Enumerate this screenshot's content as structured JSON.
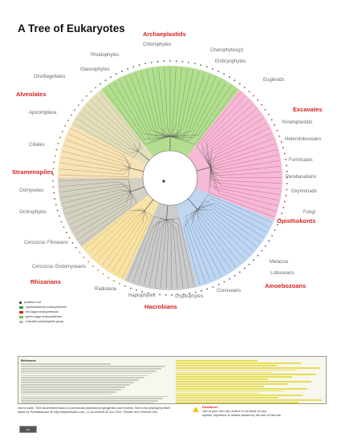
{
  "title": "A Tree of Eukaryotes",
  "supergroups": [
    {
      "name": "Archaeplastids",
      "color": "#9bd36a"
    },
    {
      "name": "Excavates",
      "color": "#f2a3c7"
    },
    {
      "name": "Opisthokonts",
      "color": "#a9c8ec"
    },
    {
      "name": "Amoebozoans",
      "color": "#b9b9b9"
    },
    {
      "name": "Hacrobians",
      "color": "#f6d98a"
    },
    {
      "name": "Rhizarians",
      "color": "#c7c2ae"
    },
    {
      "name": "Stramenopiles",
      "color": "#f6d9a0"
    },
    {
      "name": "Alveolates",
      "color": "#d9d4a6"
    }
  ],
  "groups": [
    "Chlorophytes",
    "Rhodophytes",
    "Glaucophytes",
    "Charophytes(p)",
    "Embryophytes",
    "Euglenids",
    "Dinoflagellates",
    "Kinetoplastids",
    "Apicomplexa",
    "Heteroloboseans",
    "Ciliates",
    "Formicates",
    "Parabasalians",
    "Oxymonads",
    "Oomycetes",
    "Fungi",
    "Ochrophytes",
    "Metazoa",
    "Cercozoa: Filoseans",
    "Cercozoa: Endomyxeans",
    "Loboseans",
    "Radiolaria",
    "Conoseans",
    "Haptophytes",
    "Cryptophytes"
  ],
  "legend": [
    "putative root",
    "cyanobacterial endosymbiosis",
    "red algal endosymbiosis",
    "green algal endosymbiosis",
    "indicates paraphyletic group"
  ],
  "refs_heading": "References",
  "footer_lines": [
    "Not to scale. Tree assembled based on previously published phylogenies and reviews. Not a real phylogeny itself.",
    "Made by Pschalfuncion at http://leeplotwolhe.com, v1.3a revised 30 Jun 2011. Please don't remove refs."
  ],
  "disclaimer_label": "Disclaimer:",
  "disclaimer_lines": [
    "Use at your own risk. Author is not liable for any",
    "injuries, rejections or deaths caused by the use of this tree."
  ],
  "cc_badge": "cc"
}
